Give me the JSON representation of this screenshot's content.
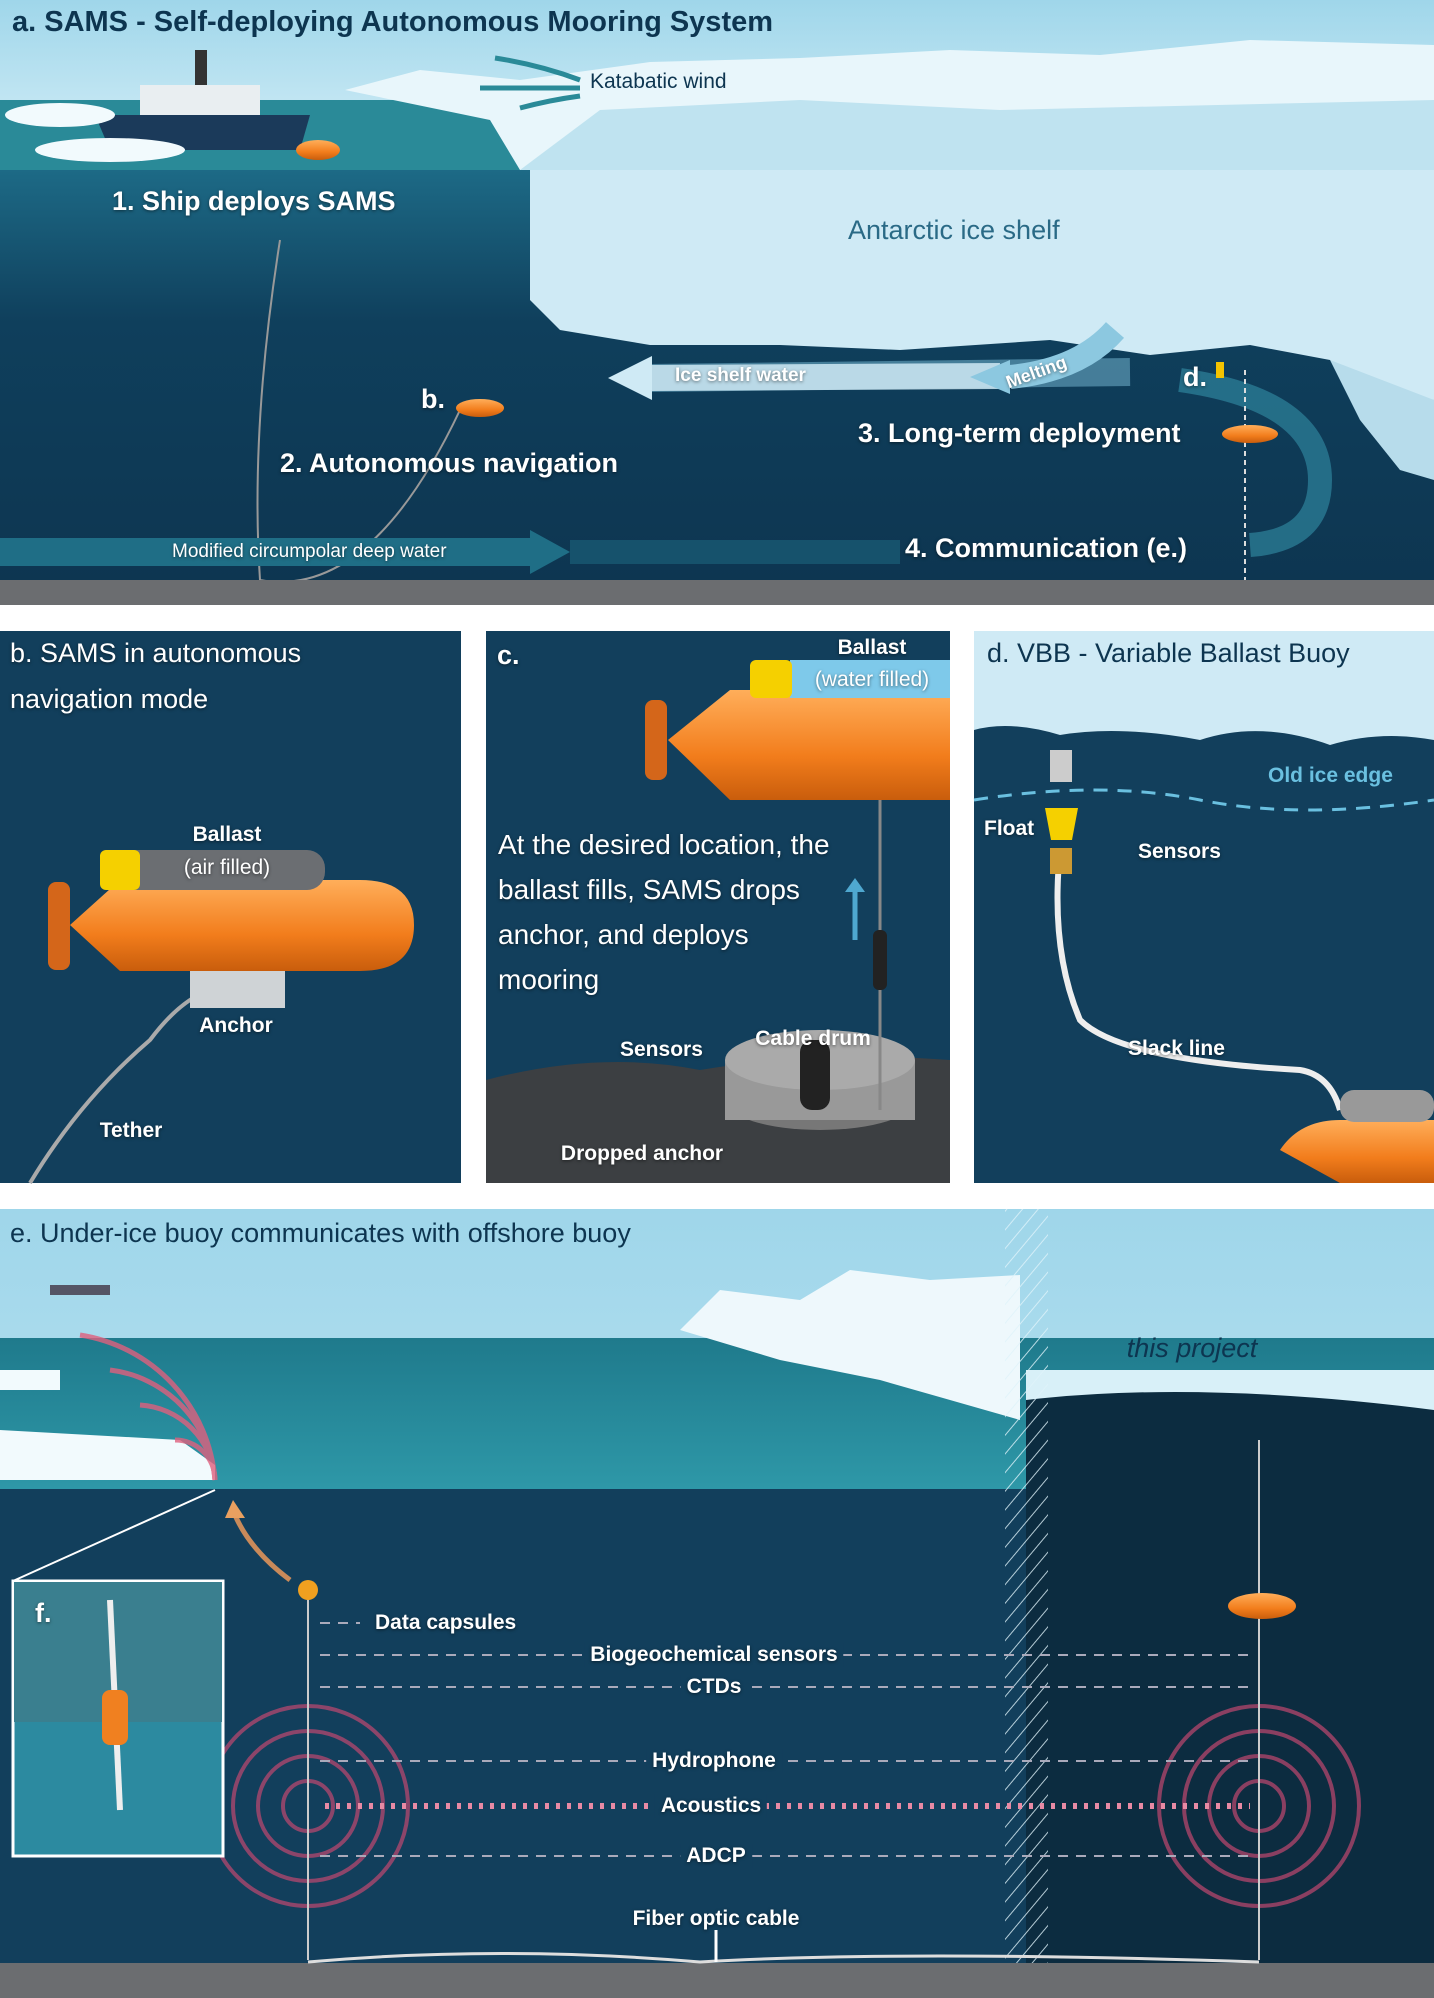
{
  "panel_a": {
    "title": "a. SAMS - Self-deploying Autonomous Mooring System",
    "katabatic": "Katabatic wind",
    "step1": "1. Ship deploys SAMS",
    "ice_shelf": "Antarctic ice shelf",
    "ice_shelf_water": "Ice shelf water",
    "melting": "Melting",
    "d_marker": "d.",
    "b_marker": "b.",
    "step2": "2. Autonomous navigation",
    "step3": "3. Long-term deployment",
    "deep_water": "Modified circumpolar deep water",
    "step4": "4. Communication (e.)"
  },
  "panel_b": {
    "title_line1": "b. SAMS in autonomous",
    "title_line2": "navigation mode",
    "ballast": "Ballast",
    "ballast_state": "(air filled)",
    "anchor": "Anchor",
    "tether": "Tether"
  },
  "panel_c": {
    "title": "c.",
    "ballast": "Ballast",
    "ballast_state": "(water filled)",
    "description": "At the desired location, the ballast fills, SAMS drops anchor, and deploys mooring",
    "sensors": "Sensors",
    "cable_drum": "Cable drum",
    "dropped_anchor": "Dropped anchor"
  },
  "panel_d": {
    "title": "d. VBB - Variable Ballast Buoy",
    "old_ice_edge": "Old ice edge",
    "float": "Float",
    "sensors": "Sensors",
    "slack_line": "Slack line"
  },
  "panel_e": {
    "title": "e. Under-ice buoy communicates with offshore buoy",
    "this_project": "this project",
    "inset_label": "f.",
    "data_capsules": "Data capsules",
    "biogeochemical": "Biogeochemical sensors",
    "ctds": "CTDs",
    "hydrophone": "Hydrophone",
    "acoustics": "Acoustics",
    "adcp": "ADCP",
    "fiber": "Fiber optic cable"
  },
  "colors": {
    "ocean": "#123f5c",
    "ice": "#cfeaf5",
    "sams": "#f58a2a",
    "acoustic": "#e0607e"
  }
}
